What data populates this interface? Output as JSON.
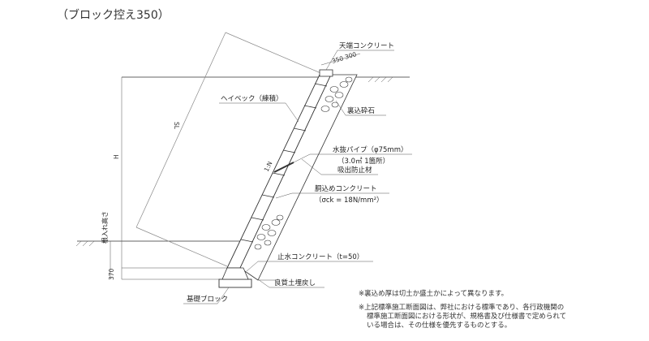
{
  "title": "（ブロック控え350）",
  "labels": {
    "crown_concrete": "天端コンクリート",
    "dim_350": "350",
    "dim_300": "300",
    "heiveck": "ヘイベック（練積）",
    "back_gravel": "裏込砕石",
    "sl": "SL",
    "h": "H",
    "slope": "1:N",
    "drain_pipe": "水抜パイプ（φ75mm）",
    "drain_note": "（3.0㎡ 1箇所）",
    "suction_stop": "吸出防止材",
    "fill_concrete": "胴込めコンクリート",
    "fill_strength": "（σck = 18N/mm²）",
    "embed_height": "根入れ高さ",
    "dim_370": "370",
    "stop_concrete": "止水コンクリート（t=50）",
    "backfill": "良質土埋戻し",
    "base_block": "基礎ブロック"
  },
  "notes": {
    "note1": "※裏込め厚は切土か盛土かによって異なります。",
    "note2_line1": "※上記標準施工断面図は、弊社における標準であり、各行政機関の",
    "note2_line2": "標準施工断面図における形状が、規格書及び仕様書で定められて",
    "note2_line3": "いる場合は、その仕様を優先するものとする。"
  }
}
